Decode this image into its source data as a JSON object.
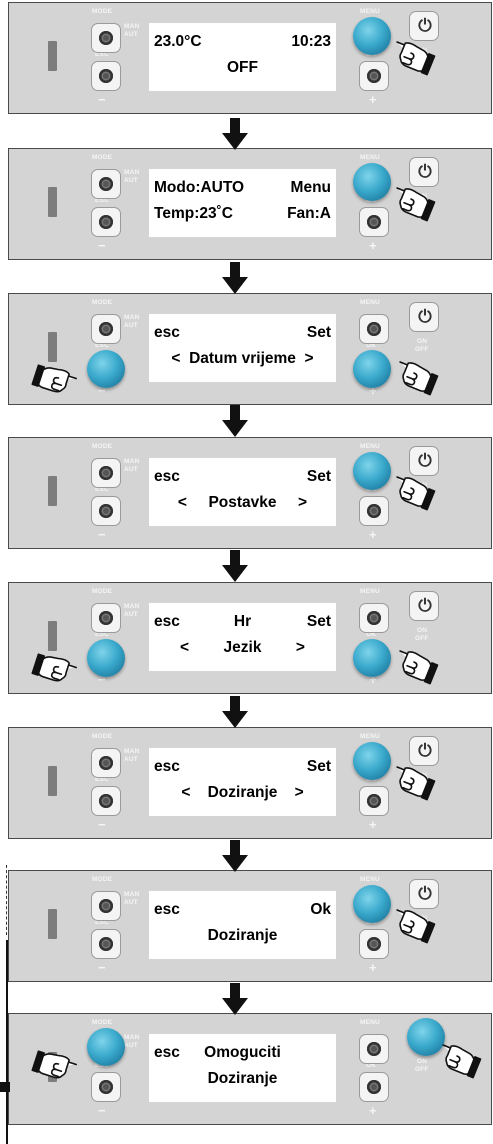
{
  "labels": {
    "mode": "MODE",
    "esc": "ESC",
    "man": "MAN",
    "aut": "AUT",
    "menu": "MENU",
    "ok": "OK",
    "on": "ON",
    "off": "OFF",
    "minus": "−",
    "plus": "+"
  },
  "colors": {
    "panel": "#d4d4d4",
    "pressed": "#3aa9cc",
    "lcd": "#ffffff"
  },
  "icons": {
    "power": "power-icon",
    "hand": "pointing-hand-icon",
    "arrow": "down-arrow-icon"
  },
  "steps": [
    {
      "line1_left": "23.0°C",
      "line1_mid": "",
      "line1_right": "10:23",
      "line2": "OFF",
      "pressed": [
        "menu"
      ]
    },
    {
      "line1_left": "Modo:AUTO",
      "line1_mid": "",
      "line1_right": "Menu",
      "line2_left": "Temp:23˚C",
      "line2_right": "Fan:A",
      "pressed": [
        "menu"
      ]
    },
    {
      "line1_left": "esc",
      "line1_mid": "",
      "line1_right": "Set",
      "line2": "<  Datum vrijeme  >",
      "pressed": [
        "esc",
        "ok"
      ]
    },
    {
      "line1_left": "esc",
      "line1_mid": "",
      "line1_right": "Set",
      "line2": "<     Postavke     >",
      "pressed": [
        "menu"
      ]
    },
    {
      "line1_left": "esc",
      "line1_mid": "Hr",
      "line1_right": "Set",
      "line2": "<        Jezik        >",
      "pressed": [
        "esc",
        "ok"
      ]
    },
    {
      "line1_left": "esc",
      "line1_mid": "",
      "line1_right": "Set",
      "line2": "<    Doziranje    >",
      "pressed": [
        "menu"
      ]
    },
    {
      "line1_left": "esc",
      "line1_mid": "",
      "line1_right": "Ok",
      "line2": "Doziranje",
      "pressed": [
        "menu"
      ]
    },
    {
      "line1_left": "esc",
      "line1_mid": "Omoguciti",
      "line1_right": "",
      "line2": "Doziranje",
      "pressed": [
        "mode",
        "power"
      ]
    }
  ]
}
